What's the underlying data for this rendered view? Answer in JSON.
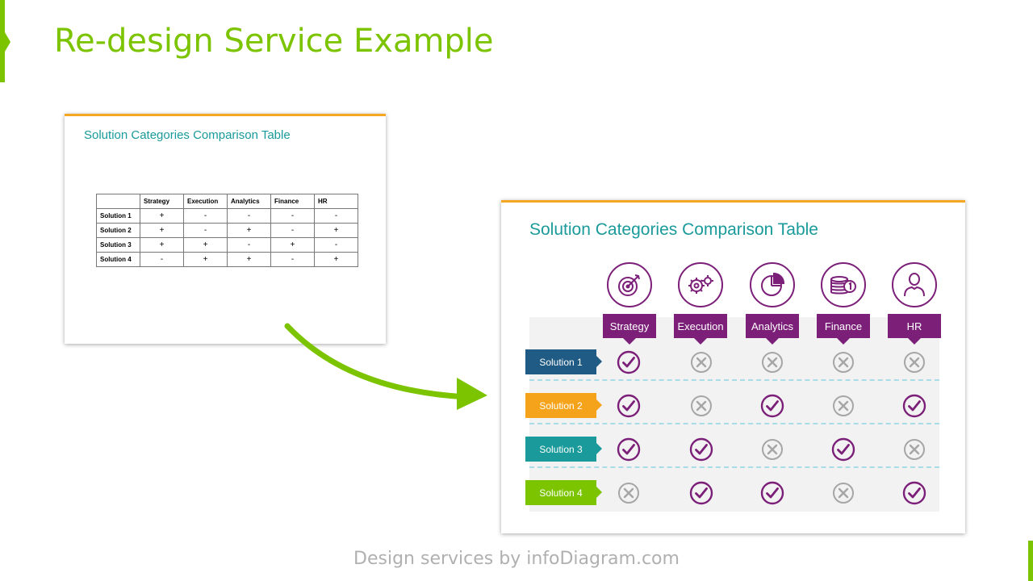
{
  "page": {
    "title": "Re-design Service Example",
    "footer": "Design services by infoDiagram.com",
    "accent_color": "#7cc400"
  },
  "old_slide": {
    "title": "Solution Categories Comparison Table",
    "columns": [
      "",
      "Strategy",
      "Execution",
      "Analytics",
      "Finance",
      "HR"
    ],
    "rows": [
      {
        "label": "Solution 1",
        "values": [
          "+",
          "-",
          "-",
          "-",
          "-"
        ]
      },
      {
        "label": "Solution 2",
        "values": [
          "+",
          "-",
          "+",
          "-",
          "+"
        ]
      },
      {
        "label": "Solution 3",
        "values": [
          "+",
          "+",
          "-",
          "+",
          "-"
        ]
      },
      {
        "label": "Solution 4",
        "values": [
          "-",
          "+",
          "+",
          "-",
          "+"
        ]
      }
    ]
  },
  "new_slide": {
    "title": "Solution Categories Comparison Table",
    "category_color": "#7b1f78",
    "categories": [
      {
        "label": "Strategy",
        "icon": "target-icon"
      },
      {
        "label": "Execution",
        "icon": "gears-icon"
      },
      {
        "label": "Analytics",
        "icon": "pie-chart-icon"
      },
      {
        "label": "Finance",
        "icon": "coins-icon"
      },
      {
        "label": "HR",
        "icon": "person-icon"
      }
    ],
    "rows": [
      {
        "label": "Solution 1",
        "color": "#1f5b84",
        "values": [
          true,
          false,
          false,
          false,
          false
        ]
      },
      {
        "label": "Solution 2",
        "color": "#f5a31a",
        "values": [
          true,
          false,
          true,
          false,
          true
        ]
      },
      {
        "label": "Solution 3",
        "color": "#1a9a9a",
        "values": [
          true,
          true,
          false,
          true,
          false
        ]
      },
      {
        "label": "Solution 4",
        "color": "#7cc400",
        "values": [
          false,
          true,
          true,
          false,
          true
        ]
      }
    ],
    "check_icon": "check-circle-icon",
    "cross_icon": "x-circle-icon"
  }
}
